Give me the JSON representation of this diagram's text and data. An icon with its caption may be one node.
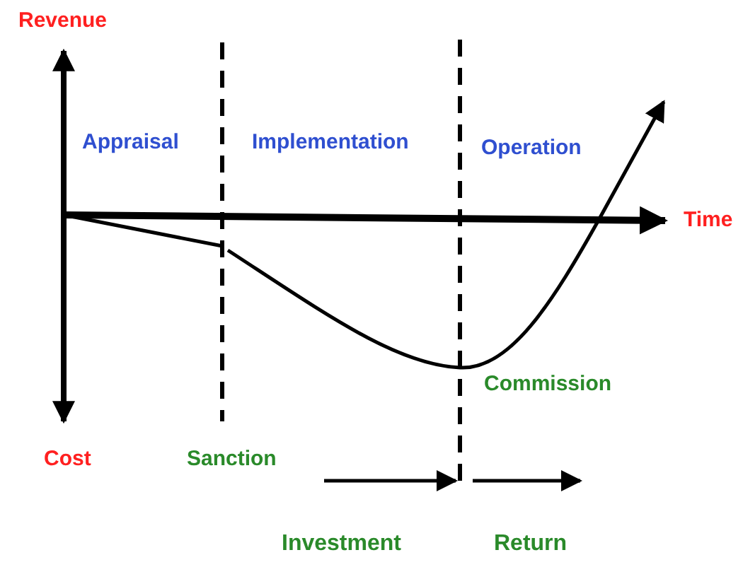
{
  "diagram": {
    "labels": [
      "Revenue",
      "Appraisal",
      "Implementation",
      "Operation",
      "Time",
      "Commission",
      "Cost",
      "Sanction",
      "Investment",
      "Return"
    ]
  }
}
